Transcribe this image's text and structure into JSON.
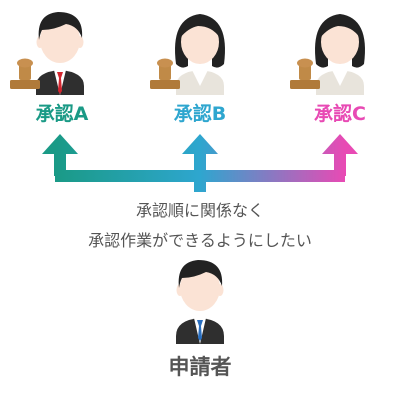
{
  "approvers": [
    {
      "label": "承認A",
      "color": "#1a9a86"
    },
    {
      "label": "承認B",
      "color": "#2ea6cf"
    },
    {
      "label": "承認C",
      "color": "#e84ab4"
    }
  ],
  "message": {
    "line1": "承認順に関係なく",
    "line2": "承認作業ができるようにしたい"
  },
  "applicant": {
    "label": "申請者"
  },
  "colors": {
    "arrow_start": "#1a9a86",
    "arrow_middle": "#2ea6cf",
    "arrow_end": "#e84ab4",
    "text": "#555555",
    "hair": "#222222",
    "skin": "#fbe3d5",
    "suit": "#2f2f2f",
    "stamp": "#b07a3a"
  }
}
